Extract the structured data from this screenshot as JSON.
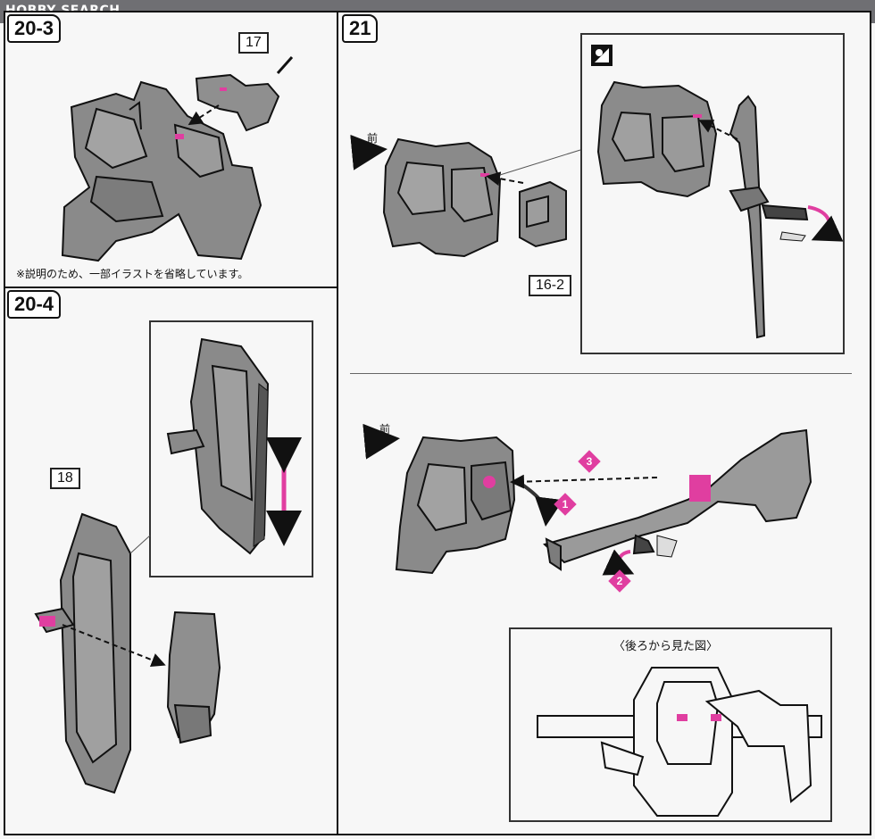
{
  "header": {
    "logo_text": "HOBBY SEARCH"
  },
  "steps": {
    "s20_3": "20-3",
    "s20_4": "20-4",
    "s21": "21"
  },
  "parts": {
    "p17": "17",
    "p16_2": "16-2",
    "p18": "18"
  },
  "notes": {
    "omitted": "※説明のため、一部イラストを省略しています。"
  },
  "labels": {
    "front_top": "前",
    "front_bottom": "前",
    "view_from_back": "〈後ろから見た図〉"
  },
  "badges": {
    "b1": "1",
    "b2": "2",
    "b3": "3"
  },
  "colors": {
    "accent": "#e03ea0",
    "part_fill": "#8a8a8a",
    "part_light": "#bdbdbd",
    "line": "#111111"
  }
}
